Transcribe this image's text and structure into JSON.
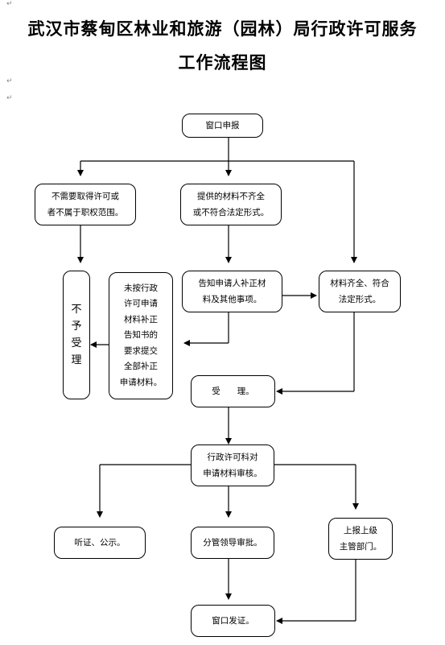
{
  "header": {
    "title_line1": "武汉市蔡甸区林业和旅游（园林）局行政许可服务",
    "title_line2": "工作流程图"
  },
  "nodes": {
    "window_apply": "窗口申报",
    "not_required": "不需要取得许可或\n者不属于职权范围。",
    "materials_incomplete": "提供的材料不齐全\n或不符合法定形式。",
    "materials_complete": "材料齐全、符合\n法定形式。",
    "not_accepted": "不\n予\n受\n理",
    "notify_supplement": "告知申请人补正材\n料及其他事项。",
    "not_submitted": "未按行政\n许可申请\n材料补正\n告知书的\n要求提交\n全部补正\n申请材料。",
    "accepted": "受　　理。",
    "review": "行政许可科对\n申请材料审核。",
    "hearing": "听证、公示。",
    "leader_approval": "分管领导审批。",
    "report_superior": "上报上级\n主管部门。",
    "issue_certificate": "窗口发证。"
  }
}
